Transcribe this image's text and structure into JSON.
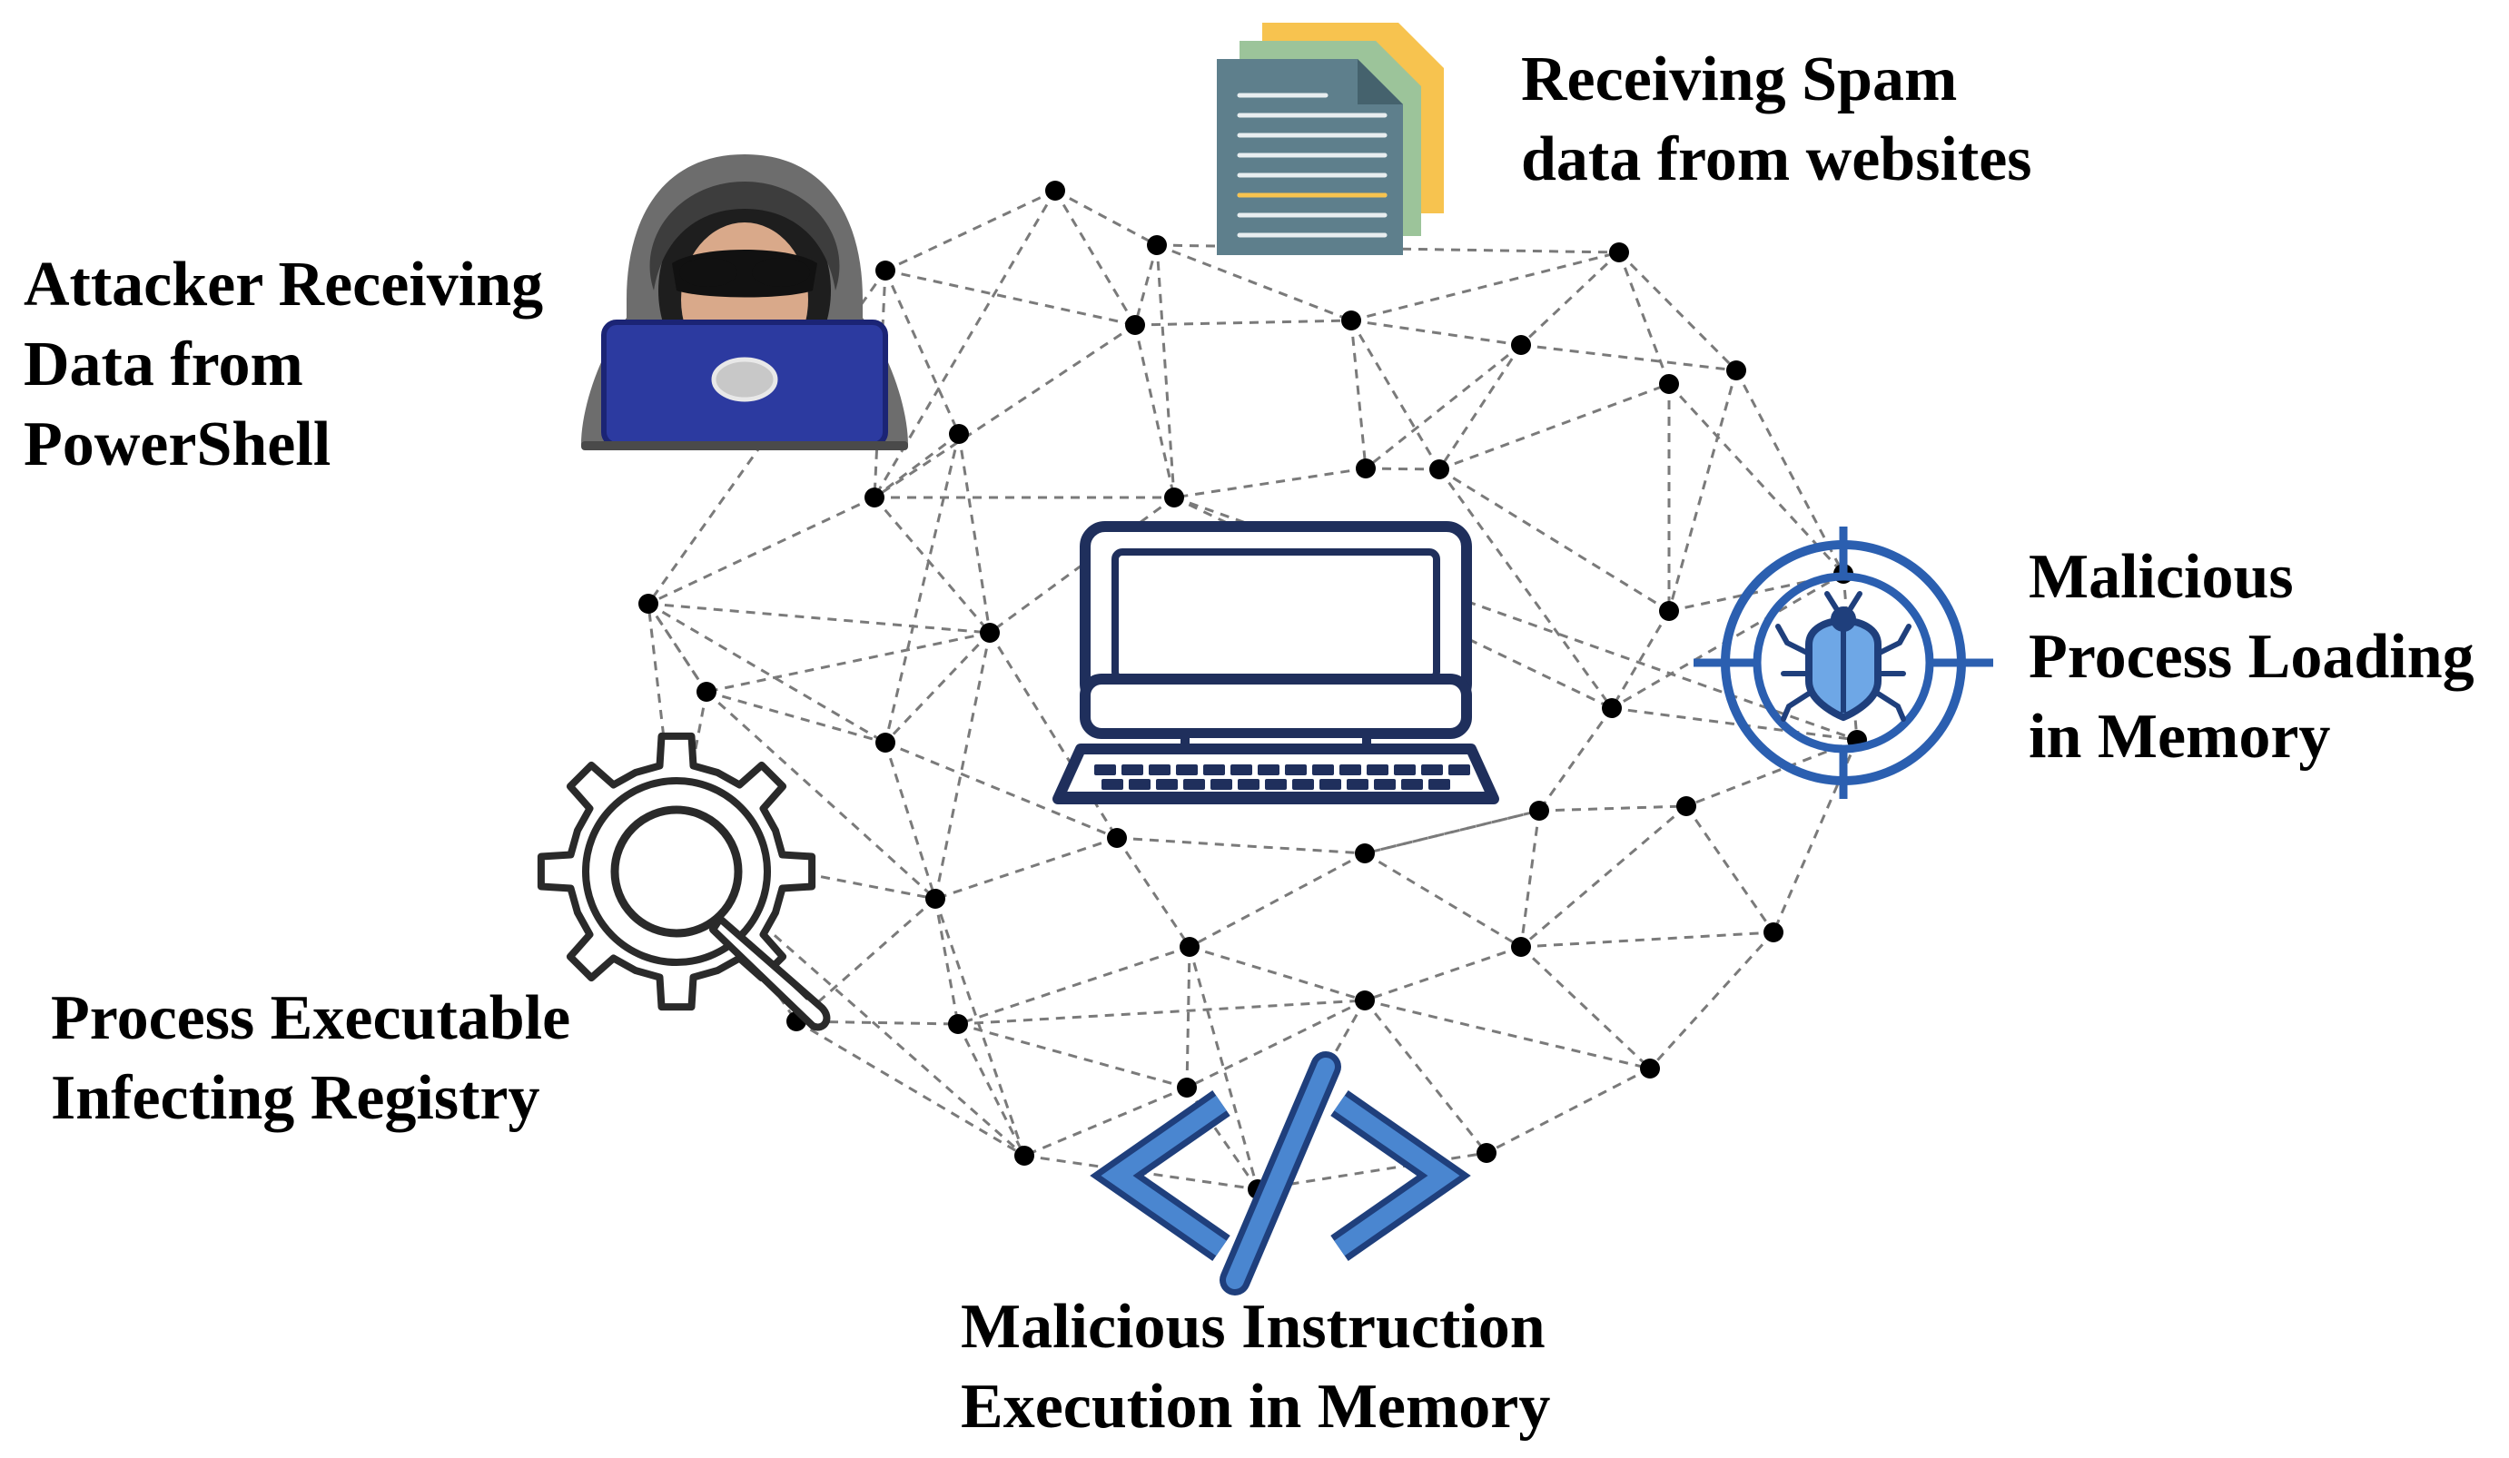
{
  "colors": {
    "background": "#ffffff",
    "network_line": "#7a7a7a",
    "node": "#000000",
    "icon_navy": "#1f2f5c",
    "icon_blue": "#2b5fb0",
    "code_blue": "#4a86d0",
    "laptop_blue": "#2c3aa0",
    "hood_gray": "#6d6d6d",
    "doc_teal": "#5e7f8c",
    "doc_green": "#9cc49a",
    "doc_yellow": "#f7c34f"
  },
  "icons": {
    "attacker": "hacker-icon",
    "documents": "documents-icon",
    "computer": "desktop-computer-icon",
    "target_bug": "bug-target-icon",
    "gear_search": "gear-magnifier-icon",
    "code": "code-brackets-icon"
  },
  "labels": {
    "attacker": [
      "Attacker Receiving",
      "Data from",
      "PowerShell"
    ],
    "spam": [
      "Receiving Spam",
      "data from websites"
    ],
    "process_loading": [
      "Malicious",
      "Process Loading",
      "in Memory"
    ],
    "registry": [
      "Process Executable",
      "Infecting Registry"
    ],
    "instruction": [
      "Malicious Instruction",
      "Execution in Memory"
    ]
  }
}
